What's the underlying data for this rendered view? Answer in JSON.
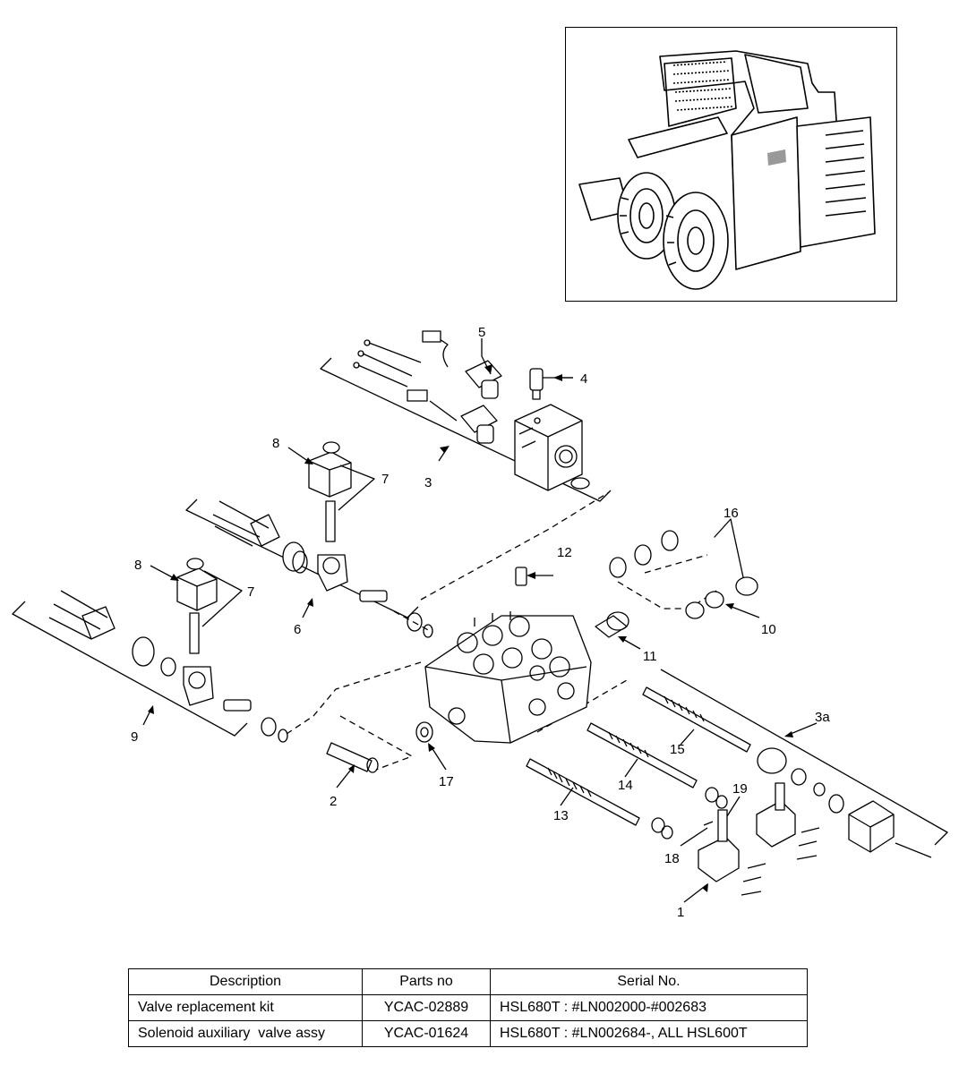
{
  "callouts": {
    "c1": "1",
    "c2": "2",
    "c3": "3",
    "c3a": "3a",
    "c4": "4",
    "c5": "5",
    "c6": "6",
    "c7a": "7",
    "c7b": "7",
    "c8a": "8",
    "c8b": "8",
    "c9": "9",
    "c10": "10",
    "c11": "11",
    "c12": "12",
    "c13": "13",
    "c14": "14",
    "c15": "15",
    "c16": "16",
    "c17": "17",
    "c18": "18",
    "c19": "19"
  },
  "table": {
    "headers": [
      "Description",
      "Parts no",
      "Serial No."
    ],
    "rows": [
      [
        "Valve replacement kit",
        "YCAC-02889",
        "HSL680T : #LN002000-#002683"
      ],
      [
        "Solenoid auxiliary  valve assy",
        "YCAC-01624",
        "HSL680T : #LN002684-, ALL HSL600T"
      ]
    ]
  },
  "colors": {
    "line": "#000000",
    "paper": "#ffffff"
  }
}
